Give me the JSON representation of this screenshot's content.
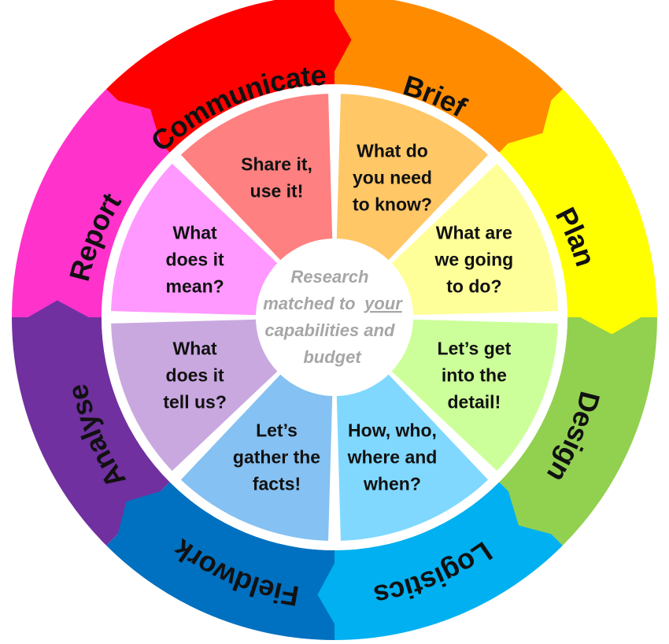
{
  "outer_stages": [
    {
      "label": "Brief",
      "color": "#ff8c00"
    },
    {
      "label": "Plan",
      "color": "#ffff00"
    },
    {
      "label": "Design",
      "color": "#92d050"
    },
    {
      "label": "Logistics",
      "color": "#00b0f0"
    },
    {
      "label": "Fieldwork",
      "color": "#0070c0"
    },
    {
      "label": "Analyse",
      "color": "#7030a0"
    },
    {
      "label": "Report",
      "color": "#ff33cc"
    },
    {
      "label": "Communicate",
      "color": "#ff0000"
    }
  ],
  "inner_steps": [
    {
      "lines": [
        "What do",
        "you need",
        "to know?"
      ],
      "color": "#ffc766"
    },
    {
      "lines": [
        "What are",
        "we going",
        "to do?"
      ],
      "color": "#ffff99"
    },
    {
      "lines": [
        "Let’s get",
        "into the",
        "detail!"
      ],
      "color": "#ccff99"
    },
    {
      "lines": [
        "How, who,",
        "where and",
        "when?"
      ],
      "color": "#80d8ff"
    },
    {
      "lines": [
        "Let’s",
        "gather the",
        "facts!"
      ],
      "color": "#85c1f2"
    },
    {
      "lines": [
        "What",
        "does it",
        "tell us?"
      ],
      "color": "#c9a8e0"
    },
    {
      "lines": [
        "What",
        "does it",
        "mean?"
      ],
      "color": "#ff99ff"
    },
    {
      "lines": [
        "Share it,",
        "use it!"
      ],
      "color": "#ff8080"
    }
  ],
  "center": {
    "lines": [
      "Research",
      "matched to",
      "your",
      "capabilities and",
      "budget"
    ]
  }
}
